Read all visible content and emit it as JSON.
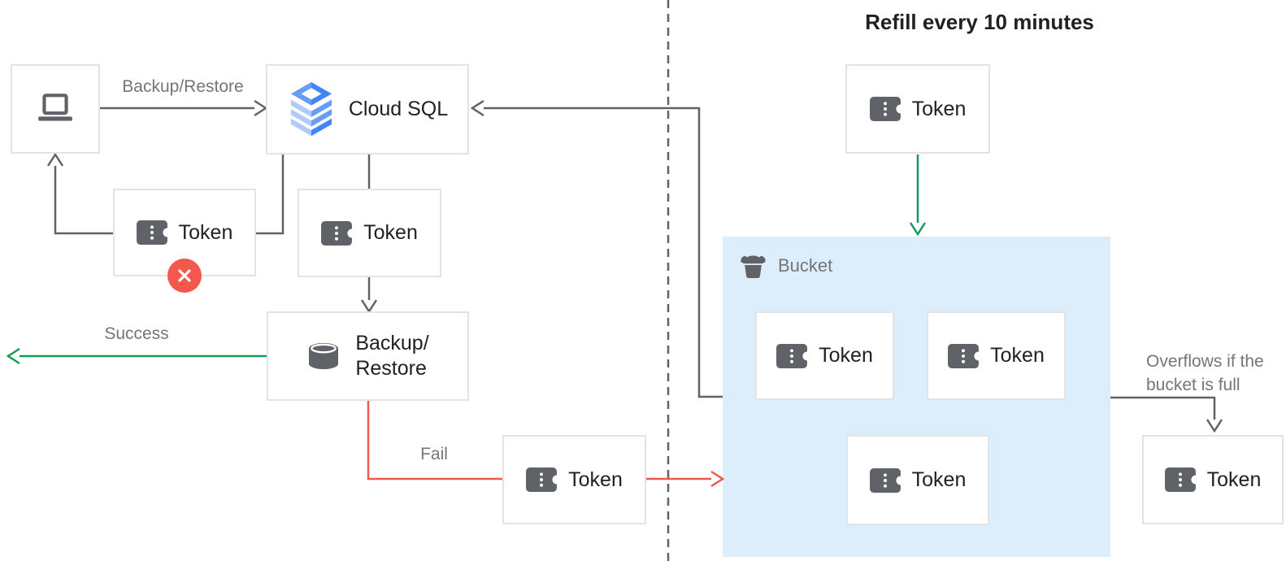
{
  "title": "Refill every 10 minutes",
  "nodes": {
    "client": {},
    "cloud_sql": {
      "label": "Cloud SQL"
    },
    "token_rejected": {
      "label": "Token"
    },
    "token_queued": {
      "label": "Token"
    },
    "backup_restore": {
      "line1": "Backup/",
      "line2": "Restore"
    },
    "token_fail": {
      "label": "Token"
    },
    "token_refill": {
      "label": "Token"
    },
    "bucket": {
      "label": "Bucket"
    },
    "bucket_token_1": {
      "label": "Token"
    },
    "bucket_token_2": {
      "label": "Token"
    },
    "bucket_token_3": {
      "label": "Token"
    },
    "token_overflow": {
      "label": "Token"
    }
  },
  "edges": {
    "backup_restore_call": {
      "label": "Backup/Restore"
    },
    "success": {
      "label": "Success"
    },
    "fail": {
      "label": "Fail"
    },
    "overflow": {
      "label": "Overflows if the bucket is full"
    }
  },
  "icons": {
    "client": "laptop-icon",
    "cloud_sql": "cloud-sql-layers-icon",
    "token": "token-ticket-icon",
    "backup_restore": "database-cylinder-icon",
    "bucket": "bucket-icon",
    "rejected_badge": "x-circle-icon"
  },
  "colors": {
    "line": "#5f6368",
    "green": "#0f9d58",
    "red": "#f4584c",
    "border": "#e3e3e3",
    "text_dark": "#212121",
    "text_gray": "#757575",
    "icon": "#5f6368",
    "bucket_fill": "#dceefb",
    "sql_blue": "#4285f4",
    "sql_blue_mid": "#669df6",
    "sql_blue_light": "#aecbfa"
  }
}
